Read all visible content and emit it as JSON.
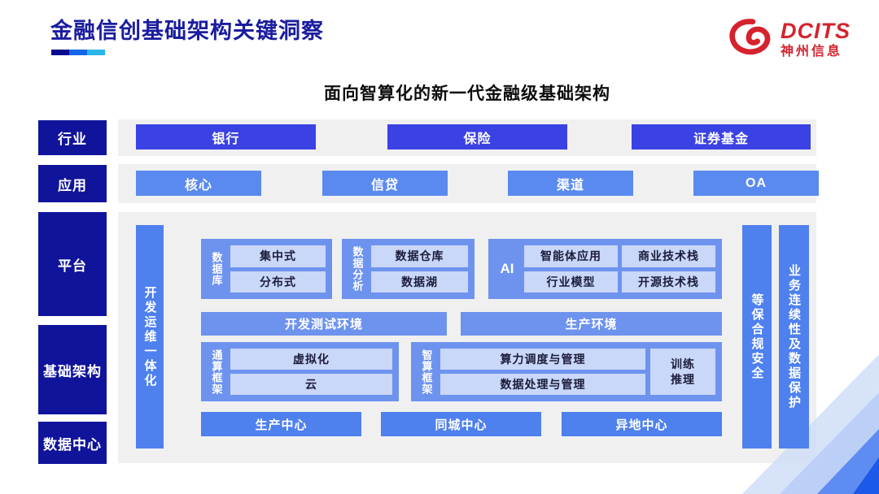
{
  "slide": {
    "title": "金融信创基础架构关键洞察",
    "subtitle": "面向智算化的新一代金融级基础架构",
    "logo": {
      "brand": "DCITS",
      "company": "神州信息"
    }
  },
  "rail": {
    "industry": "行业",
    "application": "应用",
    "platform": "平台",
    "infrastructure": "基础架构",
    "datacenter": "数据中心"
  },
  "industry_row": {
    "items": [
      "银行",
      "保险",
      "证券基金"
    ]
  },
  "application_row": {
    "items": [
      "核心",
      "信贷",
      "渠道",
      "OA"
    ]
  },
  "platform": {
    "devops_bar": "开发运维一体化",
    "security_bar": "等保合规安全",
    "continuity_bar": "业务连续性及数据保护",
    "database": {
      "label": "数据库",
      "items": [
        "集中式",
        "分布式"
      ]
    },
    "analytics": {
      "label": "数据分析",
      "items": [
        "数据仓库",
        "数据湖"
      ]
    },
    "ai": {
      "label": "AI",
      "items": [
        "智能体应用",
        "商业技术栈",
        "行业模型",
        "开源技术栈"
      ]
    },
    "environments": {
      "dev_test": "开发测试环境",
      "production": "生产环境"
    },
    "general_compute": {
      "label": "通算框架",
      "items": [
        "虚拟化",
        "云"
      ]
    },
    "intelligent_compute": {
      "label": "智算框架",
      "items": [
        "算力调度与管理",
        "数据处理与管理"
      ],
      "side_item": "训练\n推理"
    },
    "centers": [
      "生产中心",
      "同城中心",
      "异地中心"
    ]
  },
  "colors": {
    "navy": "#10149B",
    "title_navy": "#1A1D9E",
    "industry_blue": "#3B42E4",
    "application_blue": "#5A8AEF",
    "group_blue": "#6E93EF",
    "bar_blue": "#4E80EE",
    "item_light": "#C9D7F8",
    "panel_gray": "#F0F0F1",
    "logo_red": "#D5232E"
  }
}
